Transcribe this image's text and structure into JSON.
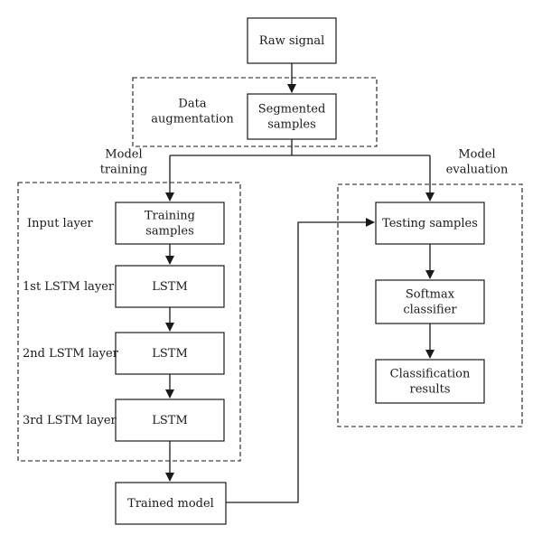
{
  "nodes": {
    "raw_signal": [
      "Raw signal"
    ],
    "segmented_samples": [
      "Segmented",
      "samples"
    ],
    "training_samples": [
      "Training",
      "samples"
    ],
    "lstm_1": [
      "LSTM"
    ],
    "lstm_2": [
      "LSTM"
    ],
    "lstm_3": [
      "LSTM"
    ],
    "trained_model": [
      "Trained model"
    ],
    "testing_samples": [
      "Testing samples"
    ],
    "softmax_classifier": [
      "Softmax",
      "classifier"
    ],
    "classification_results": [
      "Classification",
      "results"
    ]
  },
  "labels": {
    "data_augmentation": [
      "Data",
      "augmentation"
    ],
    "model_training": [
      "Model",
      "training"
    ],
    "model_evaluation": [
      "Model",
      "evaluation"
    ],
    "input_layer": [
      "Input layer"
    ],
    "lstm_layer_1": [
      "1st LSTM layer"
    ],
    "lstm_layer_2": [
      "2nd LSTM layer"
    ],
    "lstm_layer_3": [
      "3rd LSTM layer"
    ]
  }
}
